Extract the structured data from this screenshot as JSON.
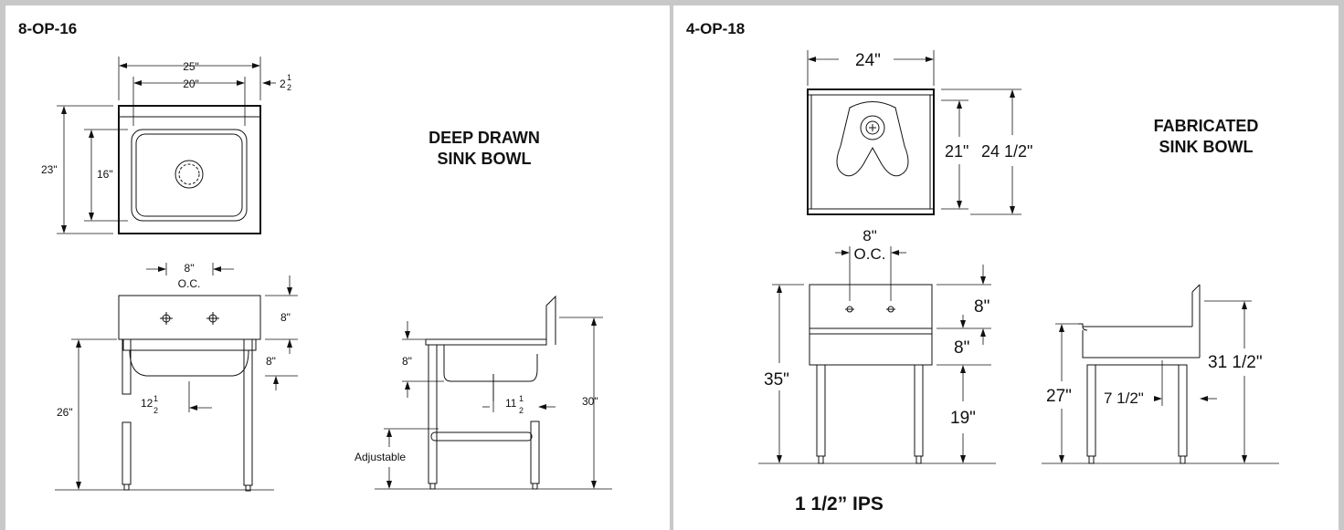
{
  "left": {
    "model": "8-OP-16",
    "bowl_type_line1": "DEEP DRAWN",
    "bowl_type_line2": "SINK BOWL",
    "dims": {
      "overall_width": "25\"",
      "bowl_width": "20\"",
      "backsplash_prefix": "2",
      "backsplash_frac_top": "1",
      "backsplash_frac_bot": "2",
      "overall_depth": "23\"",
      "bowl_depth": "16\"",
      "faucet_center": "8\"",
      "faucet_oc": "O.C.",
      "splash_height": "8\"",
      "bowl_drop": "8\"",
      "drain_whole": "12",
      "drain_frac_top": "1",
      "drain_frac_bot": "2",
      "height": "26\"",
      "side_splash": "8\"",
      "side_drain_whole": "11",
      "side_drain_frac_top": "1",
      "side_drain_frac_bot": "2",
      "side_height": "30\"",
      "adjustable": "Adjustable"
    }
  },
  "right": {
    "model": "4-OP-18",
    "bowl_type_line1": "FABRICATED",
    "bowl_type_line2": "SINK BOWL",
    "ips": "1 1/2” IPS",
    "dims": {
      "overall_width": "24\"",
      "bowl_depth": "21\"",
      "overall_depth": "24 1/2\"",
      "faucet_center": "8\"",
      "faucet_oc": "O.C.",
      "splash_height": "8\"",
      "bowl_drop": "8\"",
      "height": "35\"",
      "leg_clearance": "19\"",
      "side_height": "27\"",
      "side_drain": "7 1/2\"",
      "side_overall": "31 1/2\""
    }
  },
  "colors": {
    "line": "#111111",
    "border": "#c8c8c8",
    "background": "#ffffff"
  }
}
